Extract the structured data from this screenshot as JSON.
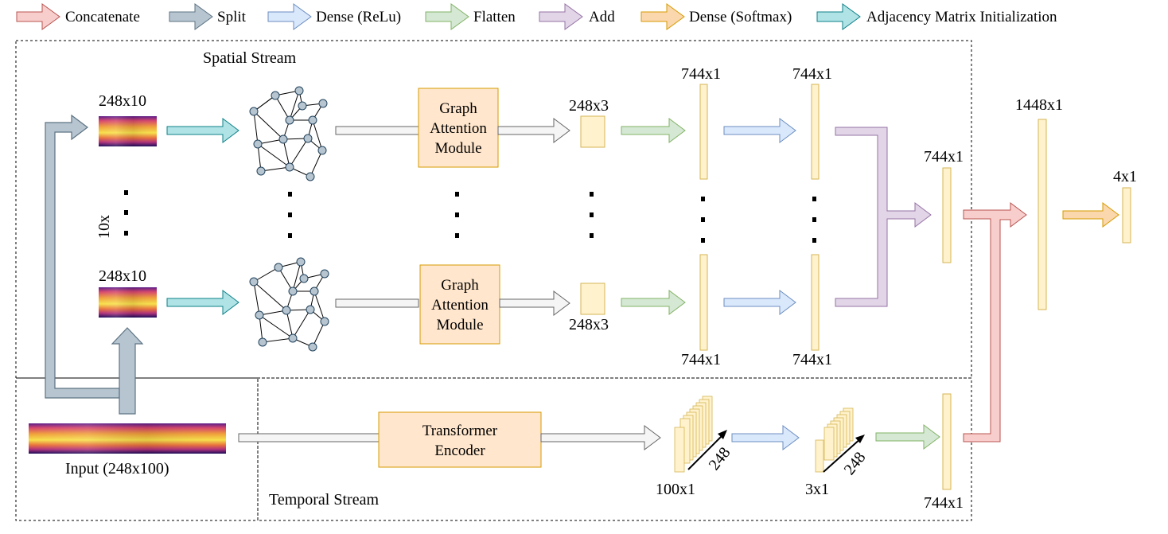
{
  "legend": [
    {
      "label": "Concatenate",
      "color": "#f8cecc",
      "stroke": "#b85450"
    },
    {
      "label": "Split",
      "color": "#b7c5d1",
      "stroke": "#5e7382"
    },
    {
      "label": "Dense (ReLu)",
      "color": "#dae8fc",
      "stroke": "#6c8ebf"
    },
    {
      "label": "Flatten",
      "color": "#d5e8d4",
      "stroke": "#82b366"
    },
    {
      "label": "Add",
      "color": "#e1d5e7",
      "stroke": "#9673a6"
    },
    {
      "label": "Dense (Softmax)",
      "color": "#fad7ac",
      "stroke": "#d79b00"
    },
    {
      "label": "Adjacency Matrix Initialization",
      "color": "#b0e3e6",
      "stroke": "#0e8088"
    }
  ],
  "spatial_stream": {
    "title": "Spatial Stream",
    "segment_dim": "248x10",
    "repeat": "10x",
    "module": [
      "Graph",
      "Attention",
      "Module"
    ],
    "module_out": "248x3",
    "flat_dim": "744x1",
    "dense_dim": "744x1",
    "sum_dim": "744x1"
  },
  "temporal_stream": {
    "title": "Temporal Stream",
    "encoder": [
      "Transformer",
      "Encoder"
    ],
    "stack1_dim": "100x1",
    "stack1_depth": "248",
    "stack2_dim": "3x1",
    "stack2_depth": "248",
    "flat_dim": "744x1"
  },
  "input": {
    "label": "Input (248x100)"
  },
  "concat_dim": "1448x1",
  "output_dim": "4x1",
  "colors": {
    "yellow_fill": "#fff2cc",
    "yellow_stroke": "#d6b656",
    "module_fill": "#ffe6cc",
    "module_stroke": "#d79b00",
    "node_fill": "#b7c5d1",
    "node_stroke": "#23445d",
    "gray_arrow_fill": "#f5f5f5",
    "gray_arrow_stroke": "#666666"
  }
}
